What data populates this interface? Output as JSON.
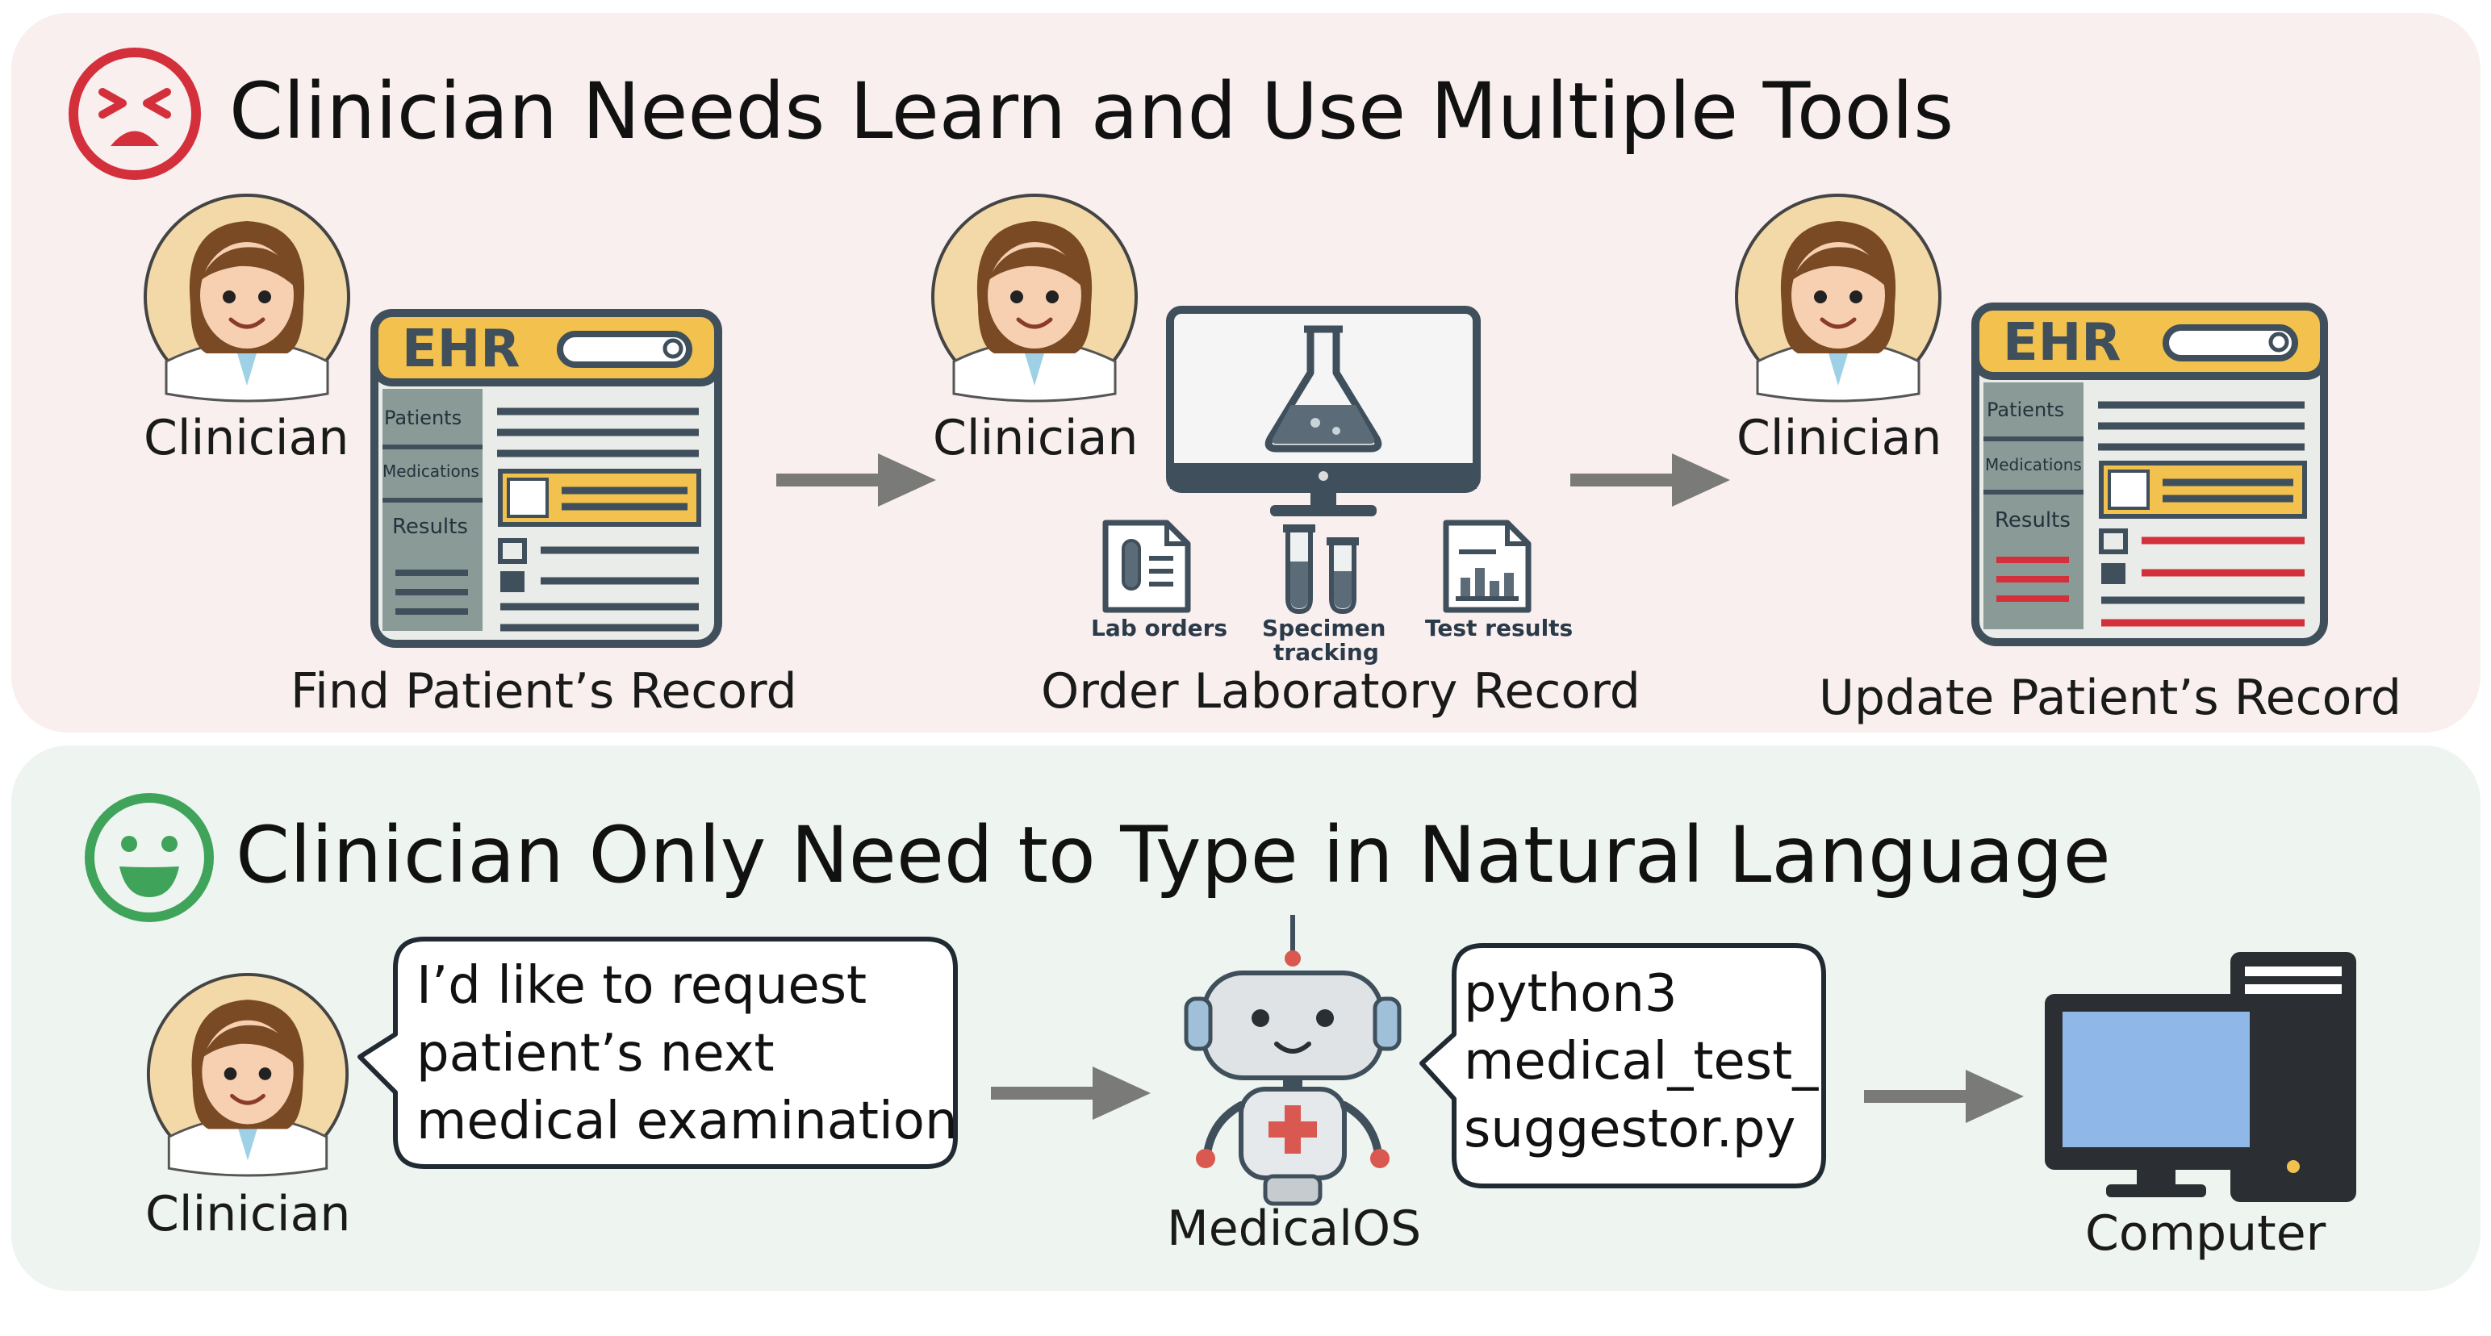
{
  "sections": {
    "problem": {
      "title": "Clinician Needs Learn and Use Multiple Tools",
      "steps": [
        {
          "actor": "Clinician",
          "caption": "Find Patient’s Record"
        },
        {
          "actor": "Clinician",
          "caption": "Order Laboratory Record"
        },
        {
          "actor": "Clinician",
          "caption": "Update Patient’s Record"
        }
      ],
      "ehr_logo": "EHR",
      "ehr_tabs": [
        "Patients",
        "Medications",
        "Results"
      ],
      "lab_icons": [
        "Lab orders",
        "Specimen",
        "tracking",
        "Test results"
      ]
    },
    "solution": {
      "title": "Clinician Only Need to Type in Natural Language",
      "actor": "Clinician",
      "request_lines": [
        "I’d like to request",
        "patient’s next",
        "medical examination"
      ],
      "agent": "MedicalOS",
      "command_lines": [
        "python3",
        "medical_test_",
        "suggestor.py"
      ],
      "target": "Computer"
    }
  },
  "colors": {
    "top_panel": "#f8efee",
    "bottom_panel": "#eef4f0",
    "sad_face": "#d3303c",
    "happy_face": "#3fa45a",
    "ehr_yellow": "#f2c14e",
    "ehr_frame": "#3f4f5b",
    "arrow": "#7a7a78",
    "monitor_screen": "#8fb8e8"
  }
}
